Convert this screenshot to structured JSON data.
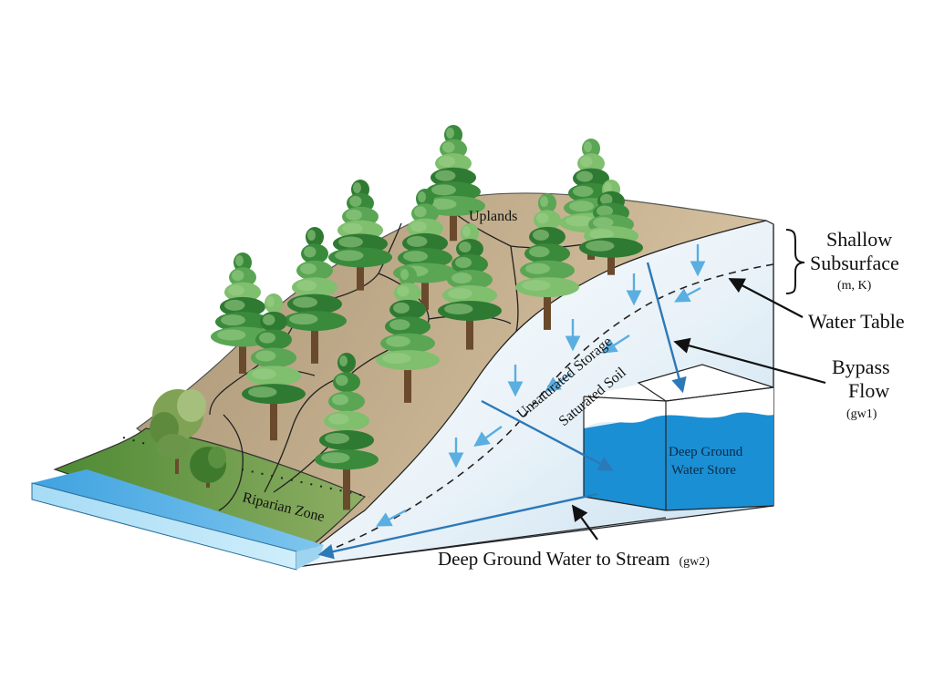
{
  "labels": {
    "uplands": "Uplands",
    "riparian_zone": "Riparian Zone",
    "unsaturated_storage": "Unsaturated Storage",
    "saturated_soil": "Saturated Soil",
    "shallow_subsurface_line1": "Shallow",
    "shallow_subsurface_line2": "Subsurface",
    "shallow_subsurface_params": "(m, K)",
    "water_table": "Water Table",
    "bypass_flow_line1": "Bypass",
    "bypass_flow_line2": "Flow",
    "bypass_flow_param": "(gw1)",
    "deep_store_line1": "Deep Ground",
    "deep_store_line2": "Water Store",
    "deep_to_stream": "Deep Ground Water to Stream",
    "deep_to_stream_param": "(gw2)"
  },
  "colors": {
    "soil_surface": "#c8b392",
    "grass": "#6e9a48",
    "water": "#1b8fd4",
    "stream": "#5ab4e8",
    "flow_arrow": "#5aaee0",
    "deep_arrow": "#2c79b8"
  }
}
